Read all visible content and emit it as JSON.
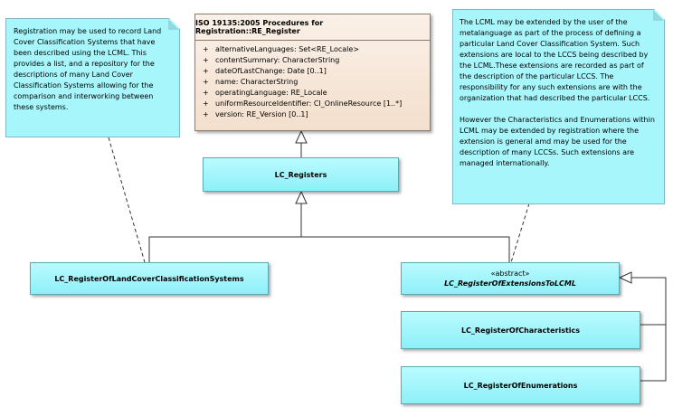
{
  "notes": {
    "left": {
      "text": "Registration may be used to record Land Cover Classification Systems that have been described using the LCML. This provides a list, and a repository for the descriptions of many Land Cover Classification Systems allowing for the comparison and interworking between these systems."
    },
    "right": {
      "paragraph1": "The  LCML may be extended by the user of the metalanguage as part of the process of defining a particular Land Cover Classification System. Such extensions are local to the LCCS being described by the LCML.These extensions are recorded as part of the description of the particular LCCS. The responsibility for any such extensions are with the organization that had described the particular LCCS.",
      "paragraph2": "However the Characteristics and Enumerations within LCML may be extended by registration where the extension is general amd may be used for the description of many LCCSs. Such extensions are managed internationally."
    }
  },
  "re_register": {
    "title": "ISO 19135:2005 Procedures for Registration::RE_Register",
    "attributes": [
      "alternativeLanguages: Set<RE_Locale>",
      "contentSummary: CharacterString",
      "dateOfLastChange: Date [0..1]",
      "name: CharacterString",
      "operatingLanguage: RE_Locale",
      "uniformResourceIdentifier: CI_OnlineResource [1..*]",
      "version: RE_Version [0..1]"
    ],
    "visibility_marker": "+"
  },
  "classes": {
    "lc_registers": "LC_Registers",
    "lc_register_lccs": "LC_RegisterOfLandCoverClassificationSystems",
    "lc_register_extensions": {
      "stereotype": "«abstract»",
      "name": "LC_RegisterOfExtensionsToLCML"
    },
    "lc_register_characteristics": "LC_RegisterOfCharacteristics",
    "lc_register_enumerations": "LC_RegisterOfEnumerations"
  },
  "colors": {
    "class_fill": "#a0f4fa",
    "note_fill": "#a7f6fc",
    "re_register_fill": "#f6e6d8",
    "line": "#333333"
  }
}
